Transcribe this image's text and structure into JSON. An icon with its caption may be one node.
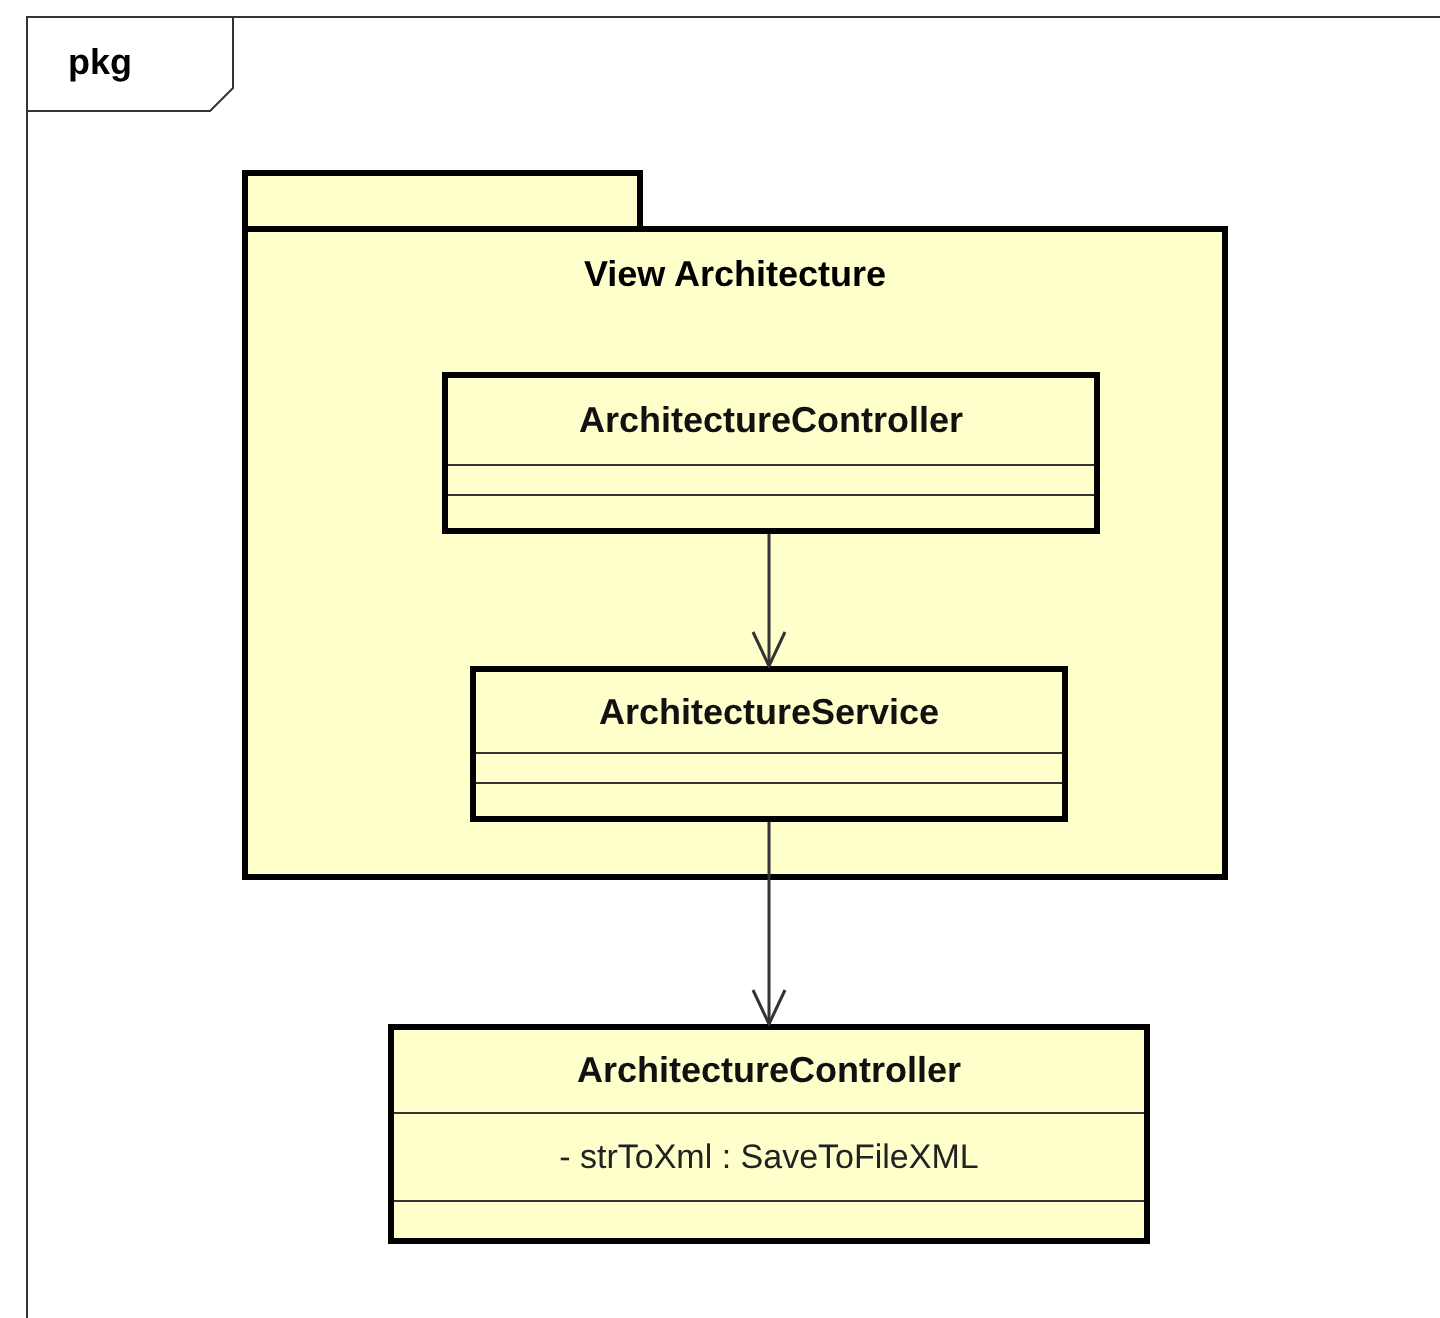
{
  "diagram": {
    "nodes": [
      {
        "text": [
          "pkg"
        ]
      },
      {
        "text": [
          "View Architecture"
        ],
        "in": 0
      },
      {
        "text": [
          "ArchitectureController"
        ],
        "in": 1
      },
      {
        "text": [
          "ArchitectureService"
        ],
        "in": 1
      },
      {
        "text": [
          "ArchitectureController",
          "- strToXml : SaveToFileXML"
        ],
        "in": 0
      }
    ],
    "edges": [
      {
        "from": 2,
        "to": 3,
        "arrow": "to"
      },
      {
        "from": 3,
        "to": 4,
        "arrow": "to"
      }
    ]
  }
}
